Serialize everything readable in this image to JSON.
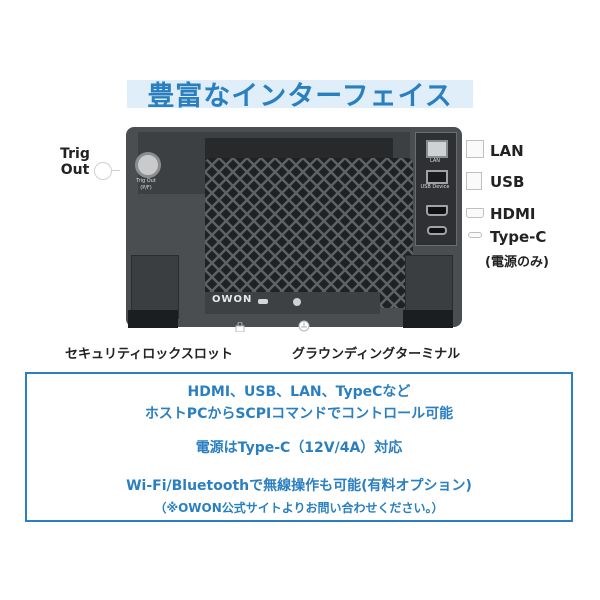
{
  "title": "豊富なインターフェイス",
  "device": {
    "brand_logo": "OWON",
    "bnc_label_line1": "Trig Out",
    "bnc_label_line2": "(P/F)",
    "lan_port_label": "LAN",
    "usb_port_label": "USB Device"
  },
  "labels": {
    "trig_out": "Trig Out",
    "lan": "LAN",
    "usb": "USB",
    "hdmi": "HDMI",
    "typec": "Type-C",
    "typec_note": "(電源のみ)",
    "security_lock": "セキュリティロックスロット",
    "grounding": "グラウンディングターミナル"
  },
  "info": {
    "line1": "HDMI、USB、LAN、TypeCなど",
    "line2": "ホストPCからSCPIコマンドでコントロール可能",
    "line3": "電源はType-C（12V/4A）対応",
    "line4": "Wi-Fi/Bluetoothで無線操作も可能(有料オプション)",
    "line5": "（※OWON公式サイトよりお問い合わせください。）"
  },
  "colors": {
    "accent": "#2a7fc0",
    "title_band": "#dfeef8",
    "device_body": "#4b4e51"
  }
}
